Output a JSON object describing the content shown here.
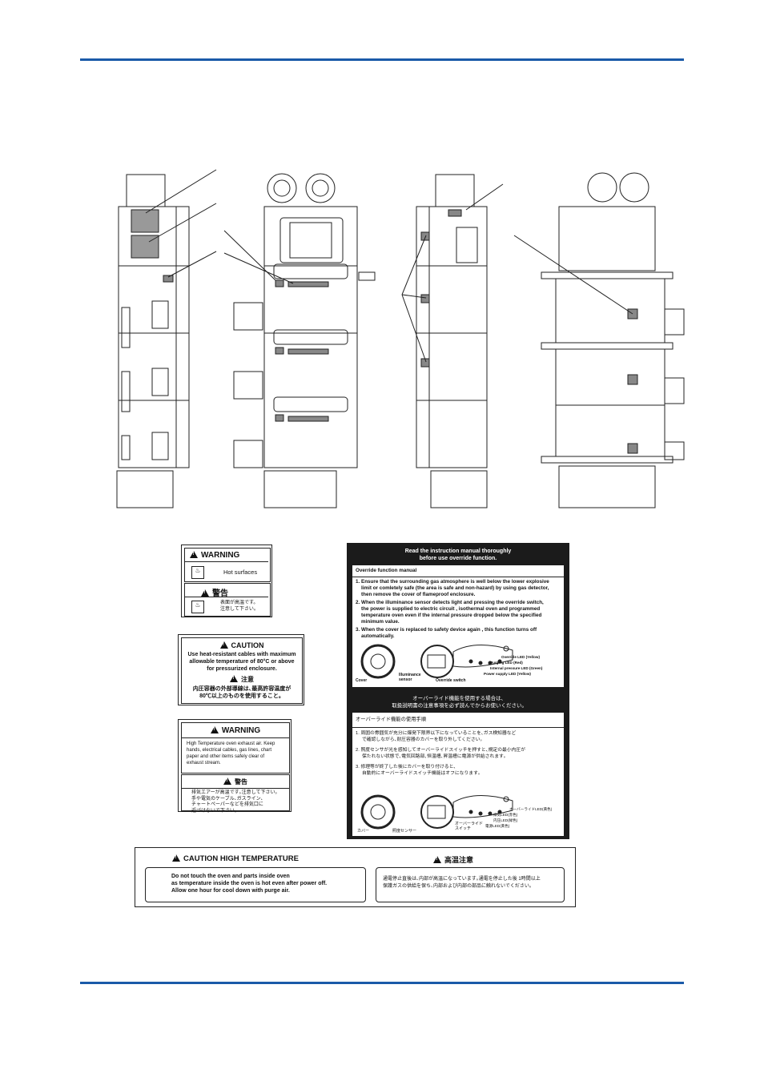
{
  "colors": {
    "rule": "#1a5aa8",
    "ink": "#111111",
    "panel_dark": "#1b1b1b"
  },
  "warning_hot": {
    "title": "WARNING",
    "text": "Hot surfaces",
    "jp_title": "警告",
    "jp_text_1": "表面が高温です。",
    "jp_text_2": "注意して下さい。",
    "icon": "hot-surface-icon"
  },
  "caution_cable": {
    "title": "CAUTION",
    "text_1": "Use heat-resistant cables with maximum",
    "text_2": "allowable temperature of 80°C or above",
    "text_3": "for pressurized enclosure.",
    "jp_title": "注意",
    "jp_text_1": "内圧容器の外部導線は､最高許容温度が",
    "jp_text_2": "80℃以上のものを使用すること。"
  },
  "warning_exhaust": {
    "title": "WARNING",
    "text_1": "High Temperature oven exhaust air. Keep",
    "text_2": "hands, electrical cables, gas lines, chart",
    "text_3": "paper and other items safely clear of",
    "text_4": "exhaust stream.",
    "jp_title": "警告",
    "jp_text_1": "排気エアーが高温です｡注意して下さい｡",
    "jp_text_2": "手や電気のケーブル､ガスライン､",
    "jp_text_3": "チャートペーパーなどを排気口に",
    "jp_text_4": "近づけないで下さい｡"
  },
  "override": {
    "header_1": "Read the instruction manual thoroughly",
    "header_2": "before use override function.",
    "title": "Override function manual",
    "step1_1": "1. Ensure that the surrounding gas atmosphere is well below the lower explosive",
    "step1_2": "limit or comletely safe (the area is safe and non-hazard) by using gas detector,",
    "step1_3": "then remove the cover of flameproof enclosure.",
    "step2_1": "2. When the  illuminance sensor detects light and pressing the override switch,",
    "step2_2": "the power is supplied to electric circuit , isothermal oven and programmed",
    "step2_3": "temperature oven even if the internal pressure dropped below the specified",
    "step2_4": "minimum value.",
    "step3_1": "3. When the cover is replaced to safety device again , this function turns off",
    "step3_2": "automatically.",
    "lbl_cover": "Cover",
    "lbl_illum_1": "Illuminance",
    "lbl_illum_2": "sensor",
    "lbl_switch": "Override switch",
    "lbl_led1": "Override LED (Yellow)",
    "lbl_led2": "Purging LED (Red)",
    "lbl_led3": "Internal pressure LED (Green)",
    "lbl_led4": "Power supply LED (Yellow)",
    "jp_header_1": "オーバーライド機能を使用する場合は､",
    "jp_header_2": "取扱説明書の注意事項を必ず読んでからお使いください｡",
    "jp_title": "オーバーライド機能の使用手順",
    "jp1_1": "1. 周囲の雰囲気が充分に爆発下限界以下になっていることを､ガス検知器など",
    "jp1_2": "で確認しながら､耐圧容器のカバーを取り外してください｡",
    "jp2_1": "2. 照度センサが光を感知してオーバーライドスイッチを押すと､規定の最小内圧が",
    "jp2_2": "保たれない状態で､電気回路部､恒温槽､昇温槽に電源が供給されます｡",
    "jp3_1": "3. 修理等が終了した後にカバーを取り付けると､",
    "jp3_2": "自動的にオーバーライドスイッチ機能はオフになります｡",
    "jp_cover": "カバー",
    "jp_sensor": "照度センサー",
    "jp_switch_1": "オーバーライド",
    "jp_switch_2": "スイッチ",
    "jp_led1": "オーバーライドLED(黄色)",
    "jp_led2": "排気LED(赤色)",
    "jp_led3": "内圧LED(緑色)",
    "jp_led4": "電源LED(黄色)"
  },
  "caution_temp": {
    "title": "CAUTION HIGH TEMPERATURE",
    "jp_title": "高温注意",
    "text_1": "Do not touch the oven and parts inside oven",
    "text_2": "as temperature inside the oven is hot even after power off.",
    "text_3": "Allow one hour for cool down with purge air.",
    "jp_text_1": "通電停止直後は､内部が高温になっています｡通電を停止した後 1時間以上",
    "jp_text_2": "保護ガスの供給を保ち､内部および内部の部品に触れないでください｡"
  }
}
